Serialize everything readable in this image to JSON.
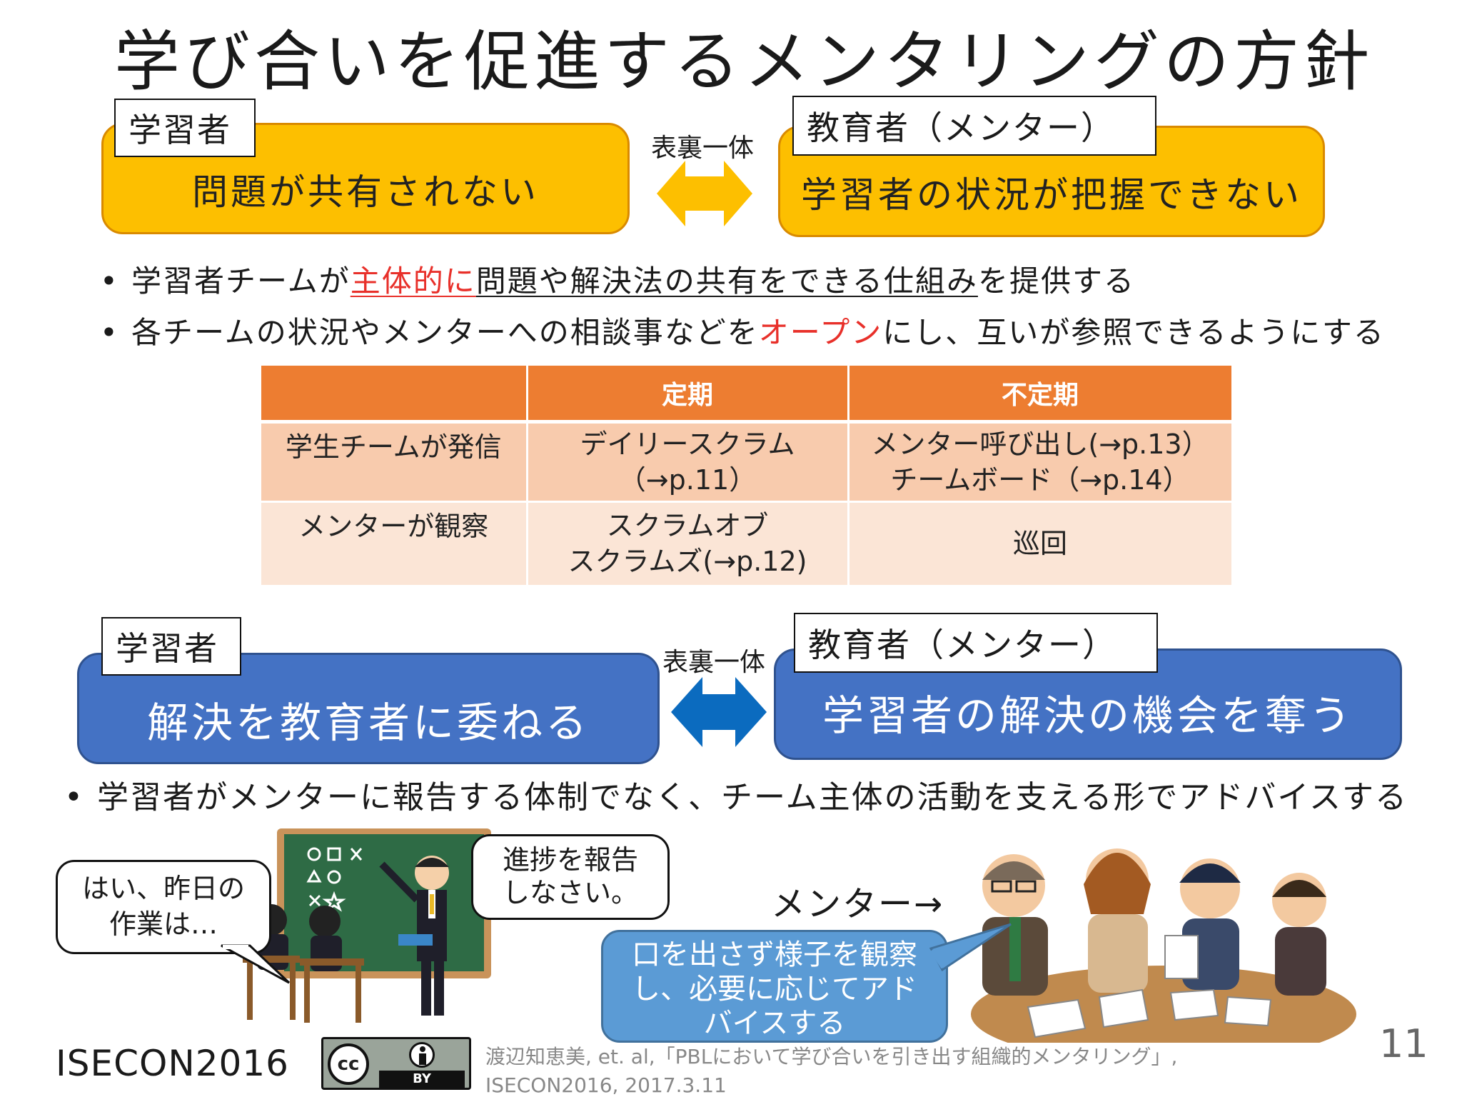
{
  "slide": {
    "title": "学び合いを促進するメンタリングの方針",
    "page_number": "11",
    "conference": "ISECON2016",
    "citation_line1": "渡辺知恵美, et. al,「PBLにおいて学び合いを引き出す組織的メンタリング」,",
    "citation_line2": "ISECON2016, 2017.3.11"
  },
  "top_section": {
    "learner_tag": "学習者",
    "learner_box": "問題が共有されない",
    "link_label": "表裏一体",
    "mentor_tag": "教育者（メンター）",
    "mentor_box": "学習者の状況が把握できない",
    "color": "#fdbf00"
  },
  "bullets_top": [
    {
      "dot": "•",
      "pre": "学習者チームが",
      "red": "主体的に",
      "underlined": "問題や解決法の共有をできる仕組み",
      "post": "を提供する"
    },
    {
      "dot": "•",
      "pre": "各チームの状況やメンターへの相談事などを",
      "red": "オープン",
      "post": "にし、互いが参照できるようにする"
    }
  ],
  "matrix": {
    "header": [
      "",
      "定期",
      "不定期"
    ],
    "rows": [
      {
        "label": "学生チームが発信",
        "regular": [
          "デイリースクラム",
          "（→p.11）"
        ],
        "irregular": [
          "メンター呼び出し(→p.13）",
          "チームボード（→p.14）"
        ]
      },
      {
        "label": "メンターが観察",
        "regular": [
          "スクラムオブ",
          "スクラムズ(→p.12)"
        ],
        "irregular": [
          "巡回"
        ]
      }
    ],
    "header_color": "#ed7d31"
  },
  "bottom_section": {
    "learner_tag": "学習者",
    "learner_box": "解決を教育者に委ねる",
    "link_label": "表裏一体",
    "mentor_tag": "教育者（メンター）",
    "mentor_box": "学習者の解決の機会を奪う",
    "color": "#4472c4"
  },
  "bullet_bottom": {
    "dot": "•",
    "text": "学習者がメンターに報告する体制でなく、チーム主体の活動を支える形でアドバイスする"
  },
  "illustration_left": {
    "student_bubble": [
      "はい、昨日の",
      "作業は…"
    ],
    "teacher_bubble": [
      "進捗を報告",
      "しなさい。"
    ]
  },
  "illustration_right": {
    "mentor_label": "メンター→",
    "observe_bubble": [
      "口を出さず様子を観察",
      "し、必要に応じてアド",
      "バイスする"
    ]
  },
  "license": {
    "cc": "cc",
    "by": "BY"
  }
}
